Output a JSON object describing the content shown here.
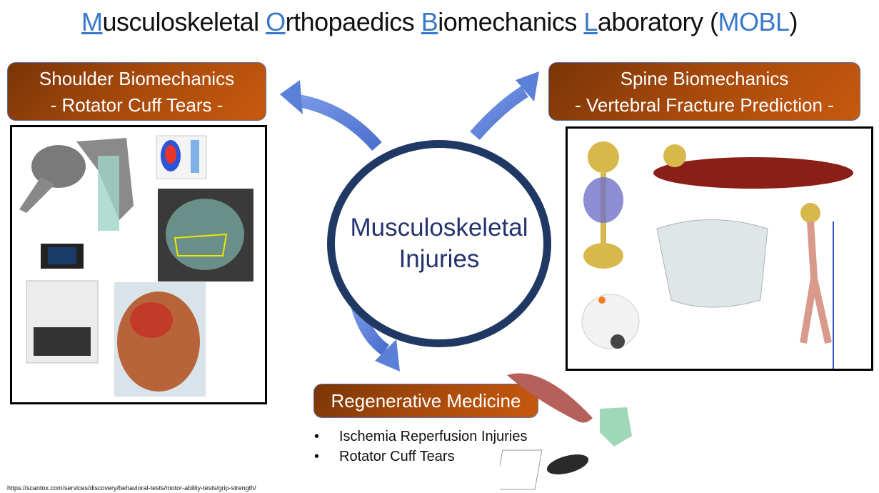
{
  "title": {
    "parts": [
      {
        "initial": "M",
        "rest": "usculoskeletal "
      },
      {
        "initial": "O",
        "rest": "rthopaedics "
      },
      {
        "initial": "B",
        "rest": "iomechanics "
      },
      {
        "initial": "L",
        "rest": "aboratory "
      }
    ],
    "open_paren": "(",
    "acronym": "MOBL",
    "close_paren": ")"
  },
  "center": {
    "line1": "Musculoskeletal",
    "line2": "Injuries"
  },
  "shoulder": {
    "line1": "Shoulder Biomechanics",
    "line2": "- Rotator Cuff Tears -"
  },
  "spine": {
    "line1": "Spine Biomechanics",
    "line2": "- Vertebral Fracture Prediction -"
  },
  "regen": {
    "title": "Regenerative Medicine",
    "bullets": [
      "Ischemia Reperfusion Injuries",
      "Rotator Cuff Tears"
    ]
  },
  "source_url": "https://scantox.com/services/discovery/behavioral-tests/motor-ability-tests/grip-strength/",
  "colors": {
    "accent_blue": "#3a78c9",
    "box_brown": "#a84a0c",
    "ellipse_navy": "#1f3864",
    "arrow_blue": "#5b80d8"
  }
}
